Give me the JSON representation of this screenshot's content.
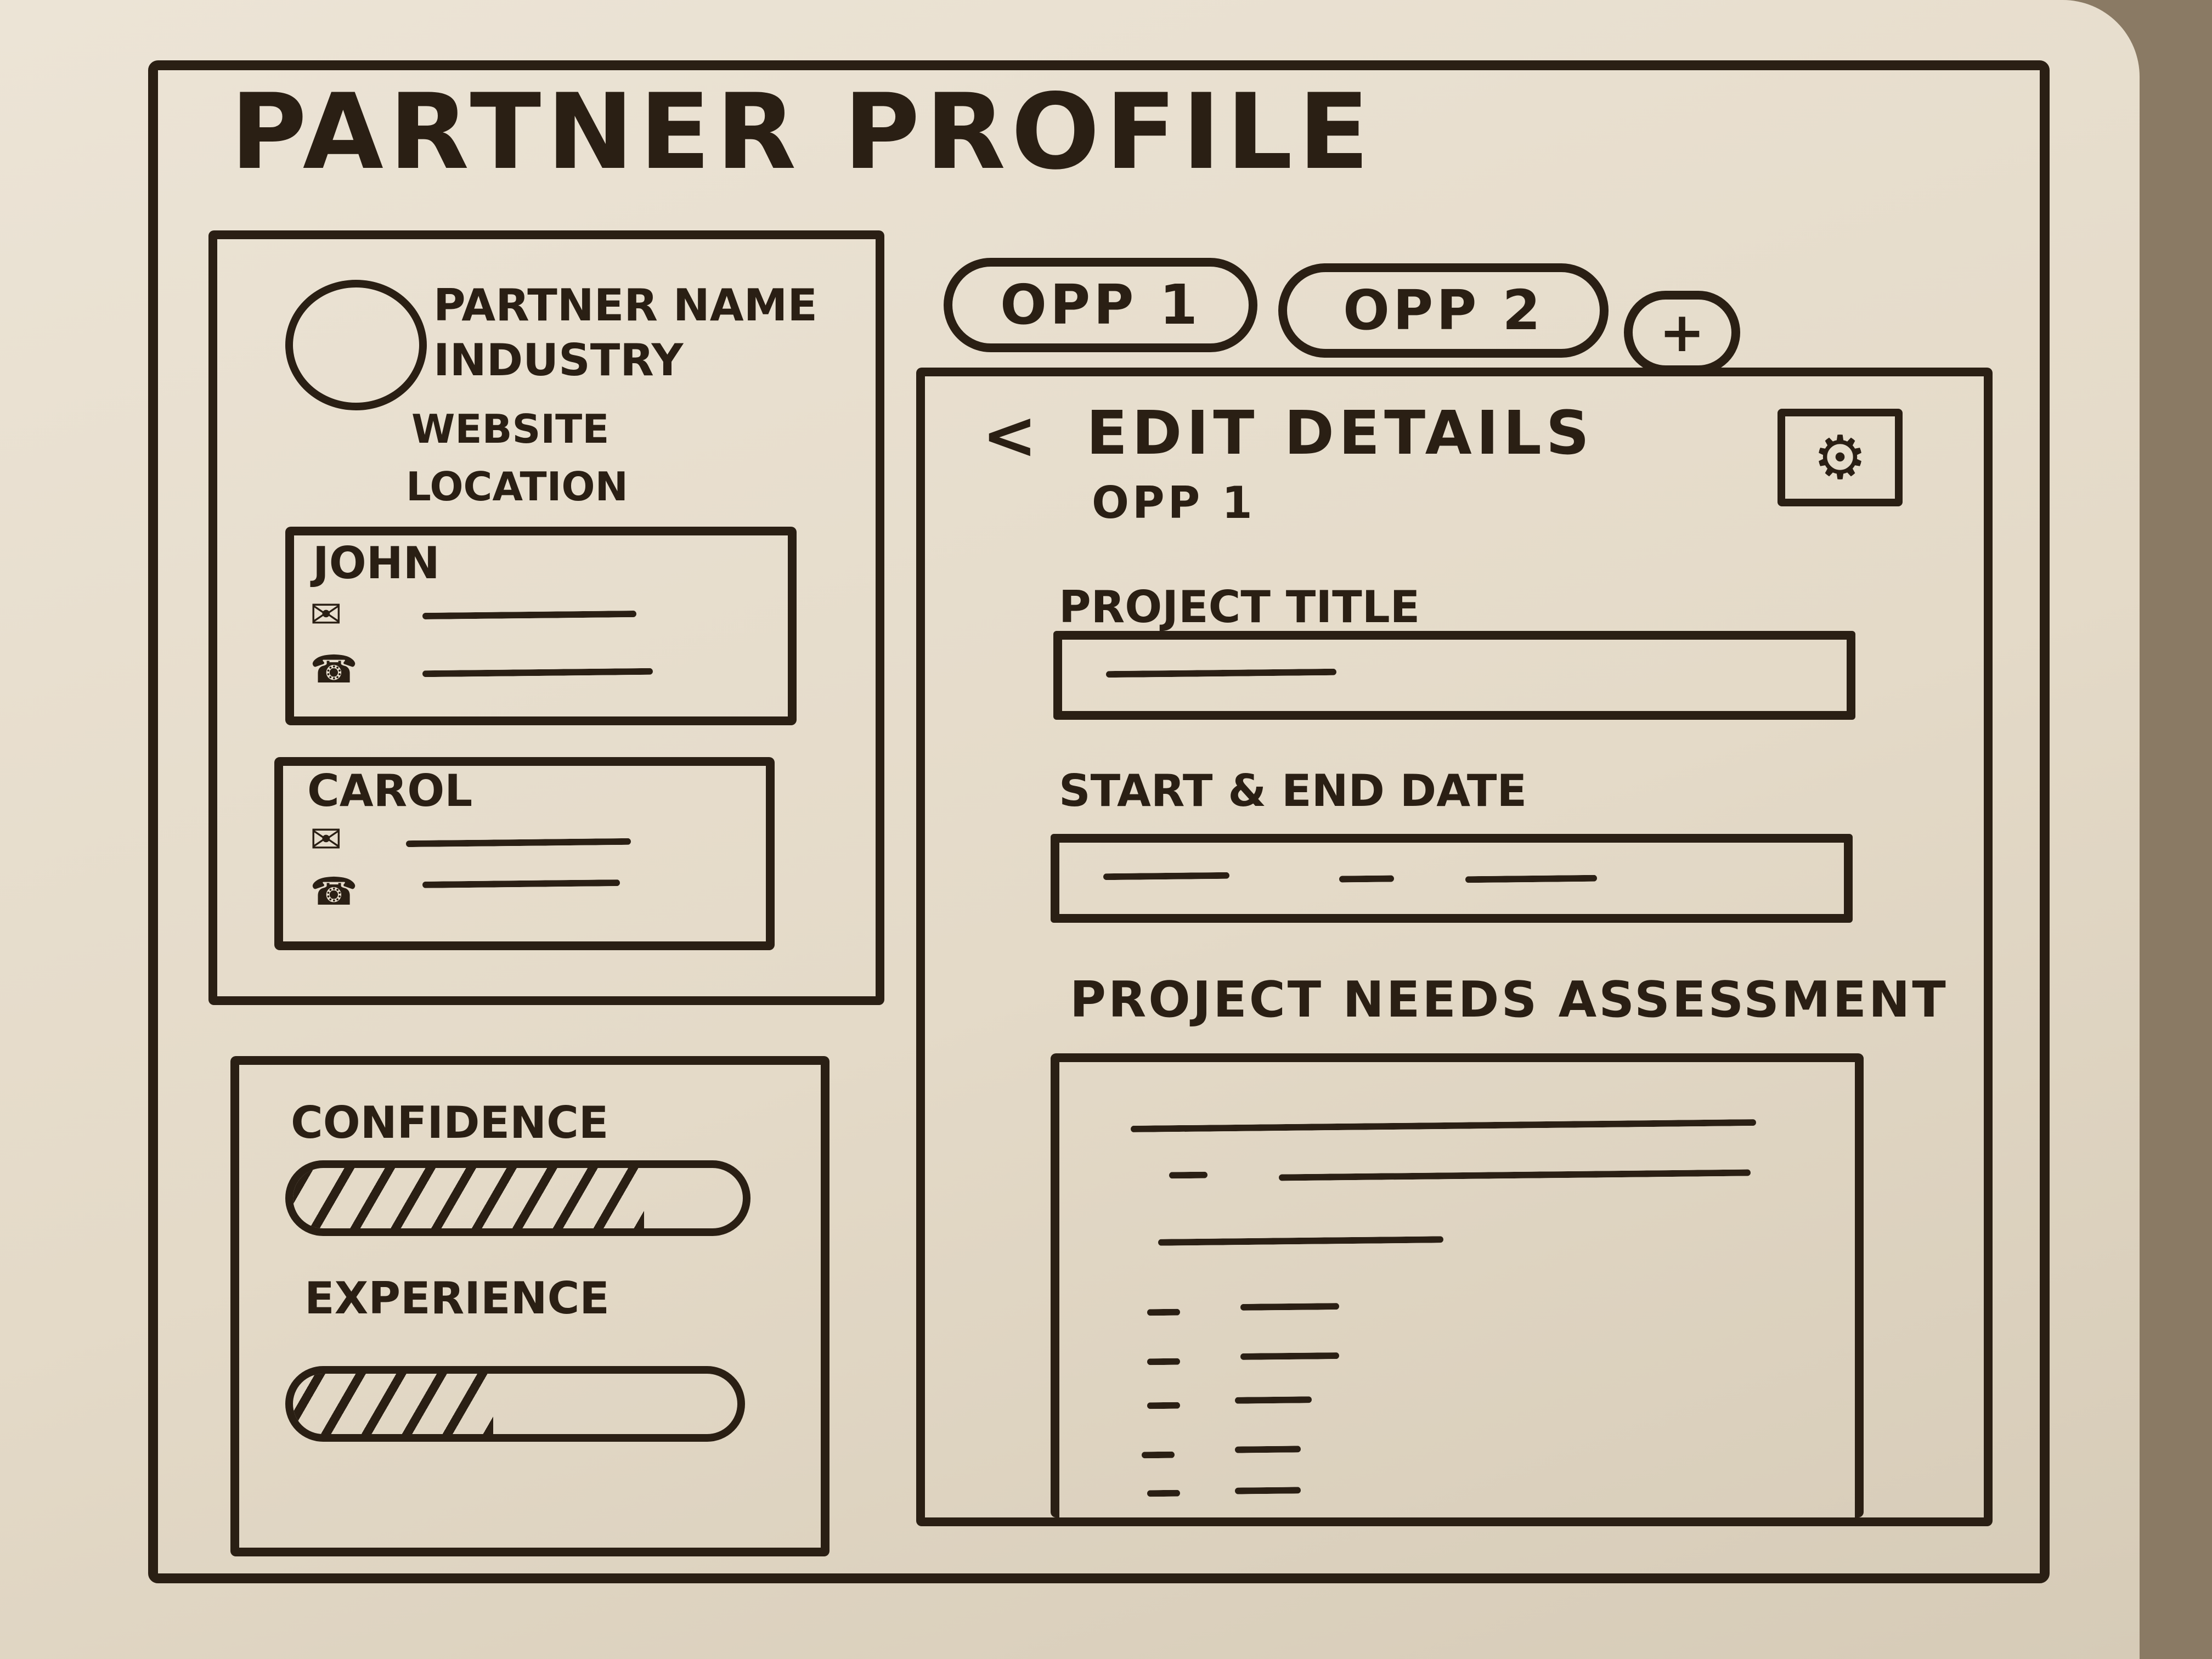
{
  "page": {
    "title": "Partner Profile"
  },
  "profile": {
    "partner_name": "Partner Name",
    "industry": "Industry",
    "website": "Website",
    "location": "Location",
    "contacts": [
      {
        "name": "John",
        "email_icon": "envelope-icon",
        "phone_icon": "phone-icon"
      },
      {
        "name": "Carol",
        "email_icon": "envelope-icon",
        "phone_icon": "phone-icon"
      }
    ]
  },
  "metrics": {
    "confidence": {
      "label": "Confidence",
      "level": 0.78
    },
    "experience": {
      "label": "Experience",
      "level": 0.45
    }
  },
  "tabs": {
    "items": [
      "Opp 1",
      "Opp 2"
    ],
    "add_label": "+"
  },
  "detail": {
    "back_label": "<",
    "heading": "Edit Details",
    "subheading": "Opp 1",
    "settings_icon": "gear-icon",
    "project_title_label": "Project Title",
    "dates_label": "Start & End Date",
    "needs_label": "Project Needs Assessment"
  },
  "colors": {
    "ink": "#2a1f14",
    "board": "#ece4d6"
  }
}
